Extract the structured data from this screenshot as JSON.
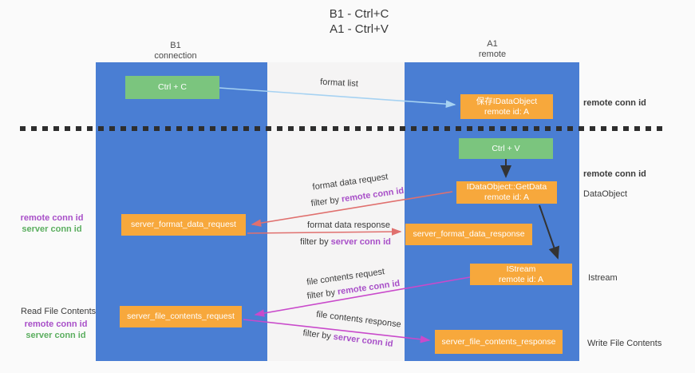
{
  "title": {
    "line1": "B1 - Ctrl+C",
    "line2": "A1 - Ctrl+V"
  },
  "columns": {
    "left": {
      "header_line1": "B1",
      "header_line2": "connection"
    },
    "right": {
      "header_line1": "A1",
      "header_line2": "remote"
    }
  },
  "boxes": {
    "ctrl_c": {
      "label": "Ctrl + C"
    },
    "save_idataobject": {
      "line1": "保存IDataObject",
      "line2": "remote id: A"
    },
    "ctrl_v": {
      "label": "Ctrl + V"
    },
    "getdata": {
      "line1": "IDataObject::GetData",
      "line2": "remote id: A"
    },
    "format_request": {
      "label": "server_format_data_request"
    },
    "format_response": {
      "label": "server_format_data_response"
    },
    "istream": {
      "line1": "IStream",
      "line2": "remote id: A"
    },
    "file_request": {
      "label": "server_file_contents_request"
    },
    "file_response": {
      "label": "server_file_contents_response"
    }
  },
  "arrow_labels": {
    "format_list": "format list",
    "format_data_request": "format data request",
    "format_data_response": "format data response",
    "file_contents_request": "file contents request",
    "file_contents_response": "file contents response",
    "filter_by": "filter by ",
    "remote_conn_id": "remote conn id",
    "server_conn_id": "server conn id"
  },
  "side_labels": {
    "right_remote_conn_id_top": "remote conn id",
    "right_remote_conn_id_mid": "remote conn id",
    "dataobject": "DataObject",
    "istream": "Istream",
    "write_file_contents": "Write File Contents",
    "left_remote_conn_id_mid": "remote conn id",
    "left_server_conn_id_mid": "server conn id",
    "read_file_contents": "Read File Contents",
    "left_remote_conn_id_bottom": "remote conn id",
    "left_server_conn_id_bottom": "server conn id"
  },
  "colors": {
    "blue": "#4A7ED3",
    "orange": "#F7A83C",
    "green": "#7BC57E",
    "purple": "#A84FC8",
    "greentx": "#5BAE5F",
    "red": "#E0706E",
    "magenta": "#C94ACB",
    "lblue": "#A6D2F2",
    "ink": "#333333"
  }
}
